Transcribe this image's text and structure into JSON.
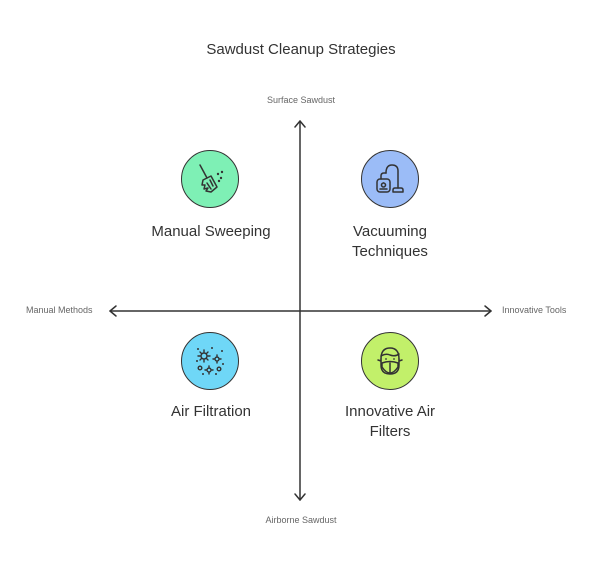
{
  "title": "Sawdust Cleanup Strategies",
  "axes": {
    "top": "Surface Sawdust",
    "bottom": "Airborne Sawdust",
    "left": "Manual Methods",
    "right": "Innovative Tools"
  },
  "quadrants": {
    "top_left": {
      "label": "Manual Sweeping",
      "icon": "broom-icon",
      "color": "#7ef0b5"
    },
    "top_right": {
      "label": "Vacuuming\nTechniques",
      "icon": "vacuum-cleaner-icon",
      "color": "#9bbcf7"
    },
    "bottom_left": {
      "label": "Air Filtration",
      "icon": "dust-particles-icon",
      "color": "#6fd7f7"
    },
    "bottom_right": {
      "label": "Innovative Air\nFilters",
      "icon": "face-mask-icon",
      "color": "#c2f06a"
    }
  },
  "colors": {
    "line": "#333333",
    "axis_text": "#666666"
  }
}
